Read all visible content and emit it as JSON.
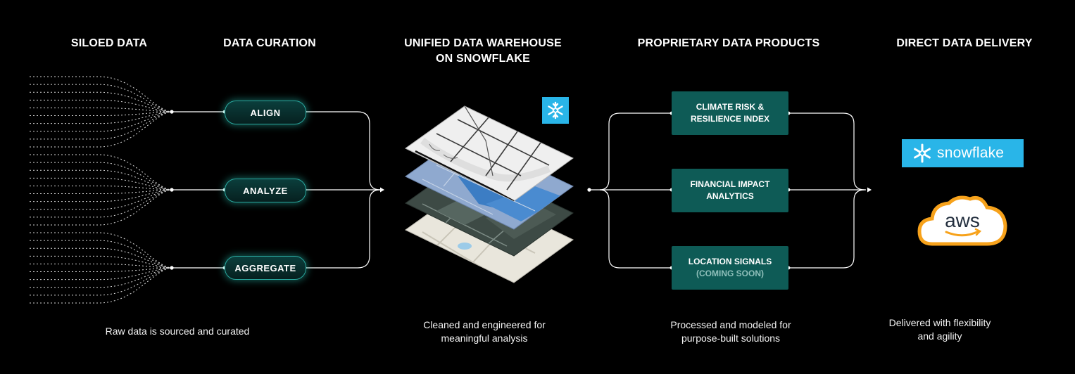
{
  "headings": {
    "siloed": "SILOED DATA",
    "curation": "DATA CURATION",
    "warehouse": "UNIFIED DATA WAREHOUSE\nON SNOWFLAKE",
    "products": "PROPRIETARY DATA PRODUCTS",
    "delivery": "DIRECT DATA DELIVERY"
  },
  "curation_steps": [
    "ALIGN",
    "ANALYZE",
    "AGGREGATE"
  ],
  "products": [
    {
      "line1": "CLIMATE RISK &",
      "line2": "RESILIENCE INDEX",
      "sub": ""
    },
    {
      "line1": "FINANCIAL IMPACT",
      "line2": "ANALYTICS",
      "sub": ""
    },
    {
      "line1": "LOCATION SIGNALS",
      "line2": "",
      "sub": "(COMING SOON)"
    }
  ],
  "delivery": {
    "snowflake_wordmark": "snowflake",
    "aws_wordmark": "aws"
  },
  "captions": {
    "curation": "Raw data is sourced and curated",
    "warehouse": "Cleaned and engineered for\nmeaningful analysis",
    "products": "Processed and modeled for\npurpose-built solutions",
    "delivery": "Delivered with flexibility\nand agility"
  },
  "colors": {
    "background": "#000000",
    "pill_border": "#2aa9a0",
    "product_fill": "#0e5b56",
    "snowflake_blue": "#29b5e8",
    "aws_orange": "#f7a21b"
  },
  "icons": [
    "snowflake-icon",
    "aws-cloud-icon",
    "map-layers-illustration"
  ]
}
